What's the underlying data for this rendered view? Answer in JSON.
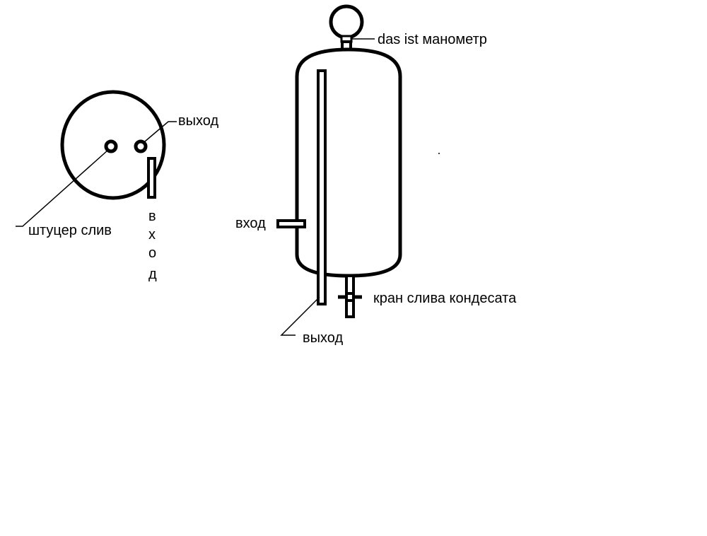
{
  "top_view": {
    "outlet_label": "выход",
    "drain_fitting_label": "штуцер слив",
    "inlet_letters": [
      "в",
      "х",
      "о",
      "д"
    ]
  },
  "side_view": {
    "gauge_label": "das ist манометр",
    "inlet_label": "вход",
    "outlet_label": "выход",
    "drain_valve_label": "кран слива кондесата"
  }
}
